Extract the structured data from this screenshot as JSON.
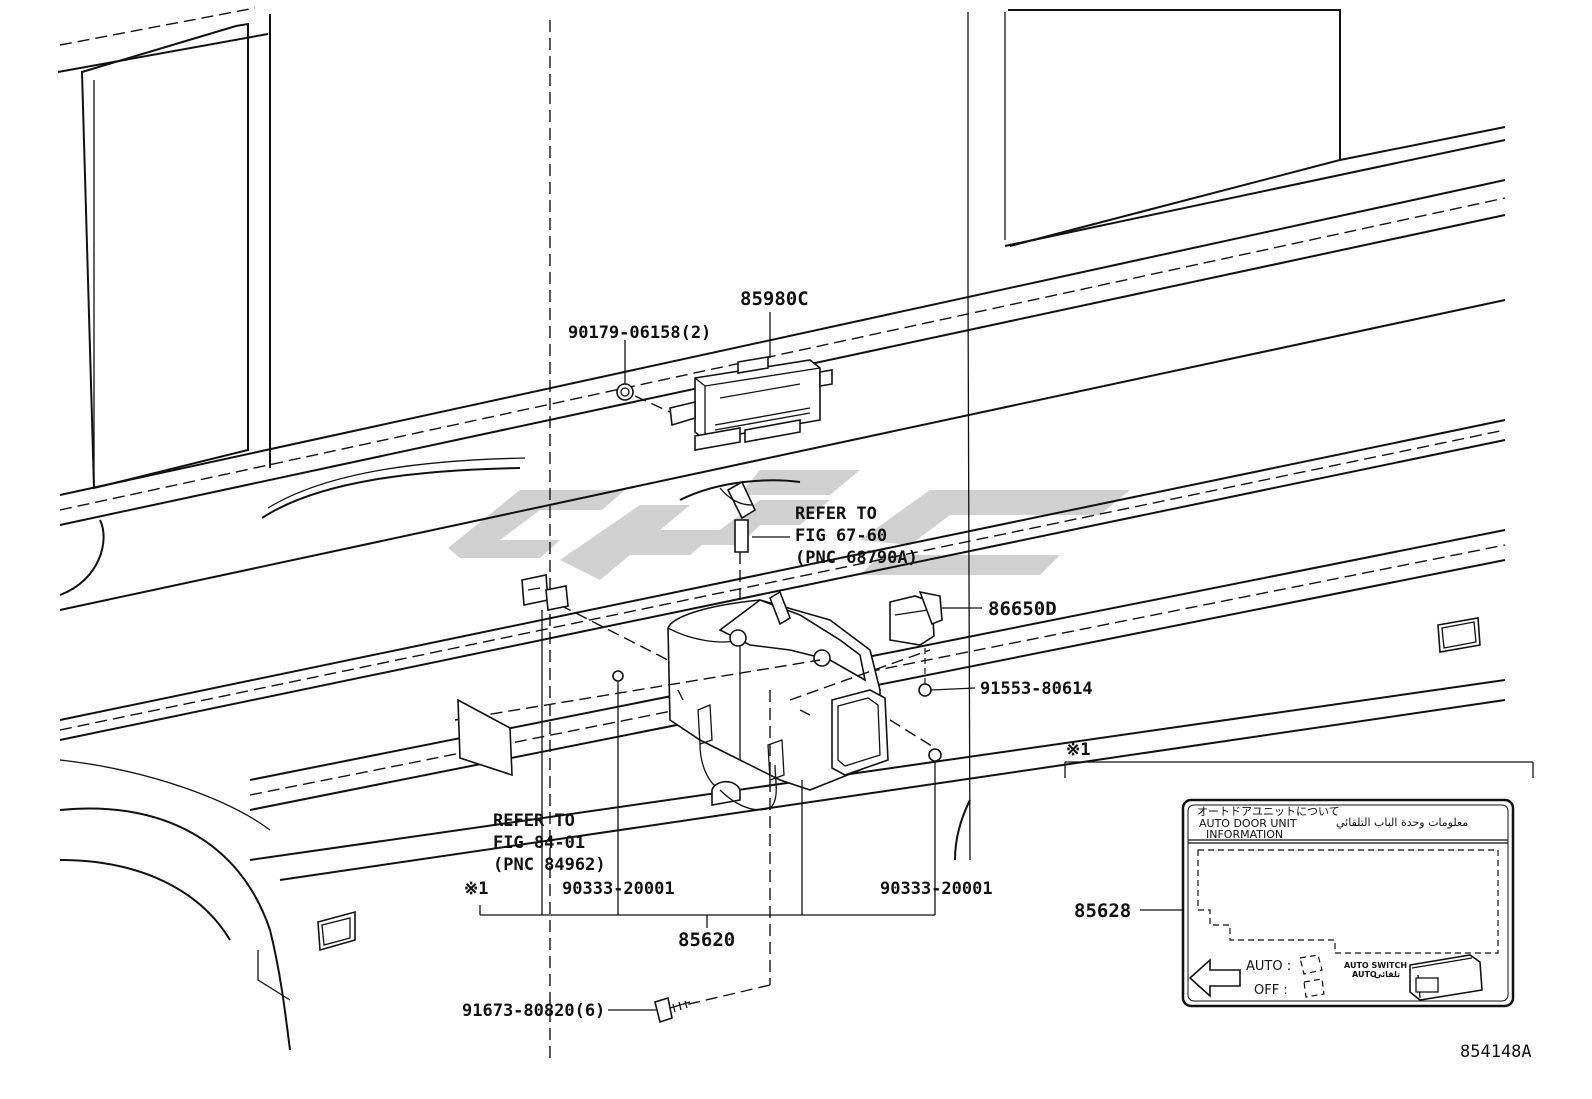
{
  "labels": {
    "p_85980c": "85980C",
    "p_90179": "90179-06158(2)",
    "refer_top_1": "REFER TO",
    "refer_top_2": "FIG 67-60",
    "refer_top_3": "(PNC 68790A)",
    "p_86650d": "86650D",
    "p_91553": "91553-80614",
    "refer_left_1": "REFER TO",
    "refer_left_2": "FIG 84-01",
    "refer_left_3": "(PNC 84962)",
    "note_left": "※1",
    "p_90333_left": "90333-20001",
    "p_90333_right": "90333-20001",
    "p_85620": "85620",
    "p_91673": "91673-80820(6)",
    "note_right": "※1",
    "p_85628": "85628",
    "figure_code": "854148A"
  },
  "label_plate": {
    "jp_title": "オートドアユニットについて",
    "en_title_1": "AUTO DOOR UNIT",
    "en_title_2": "INFORMATION",
    "ar_title": "معلومات وحدة الباب التلقائي",
    "auto": "AUTO :",
    "off": "OFF :",
    "switch_title": "AUTO SWITCH",
    "switch_auto": "AUTO",
    "switch_ar": "تلقائي"
  },
  "colors": {
    "ink": "#111111",
    "watermark": "#c8c8c8"
  }
}
